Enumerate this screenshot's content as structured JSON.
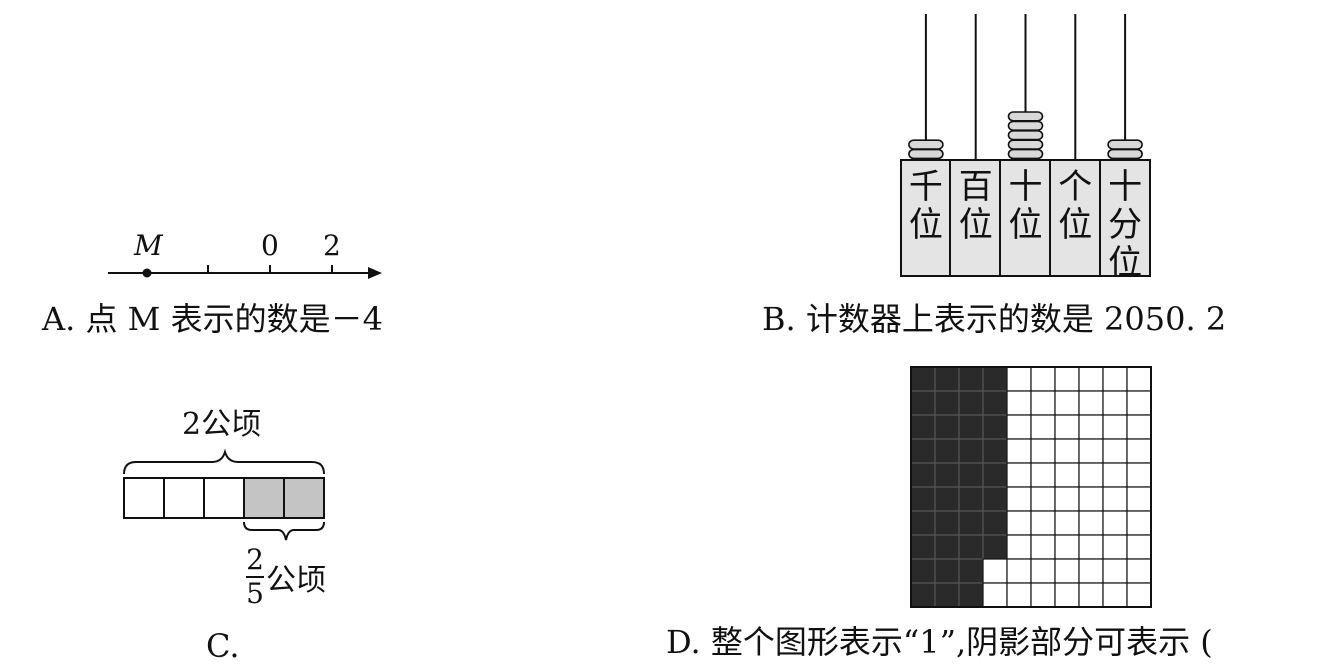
{
  "options": {
    "A": {
      "caption": "A. 点 M 表示的数是－4",
      "point_label": "M",
      "tick_labels": [
        "0",
        "2"
      ]
    },
    "B": {
      "caption": "B. 计数器上表示的数是 2050. 2",
      "columns": [
        {
          "label": "千\n位",
          "beads": 2
        },
        {
          "label": "百\n位",
          "beads": 0
        },
        {
          "label": "十\n位",
          "beads": 5
        },
        {
          "label": "个\n位",
          "beads": 0
        },
        {
          "label": "十\n分\n位",
          "beads": 2
        }
      ]
    },
    "C": {
      "caption": "C.",
      "total_label": "2公顷",
      "segments": 5,
      "shaded_segments": 2,
      "part_numerator": "2",
      "part_denominator": "5",
      "part_unit": "公顷"
    },
    "D": {
      "caption": "D. 整个图形表示“1”,阴影部分可表示 (",
      "grid_rows": 10,
      "grid_cols": 10,
      "shaded_full_cols": 3,
      "shaded_extra_col_rows": 8,
      "shade_color": "#2a2a2a"
    }
  }
}
